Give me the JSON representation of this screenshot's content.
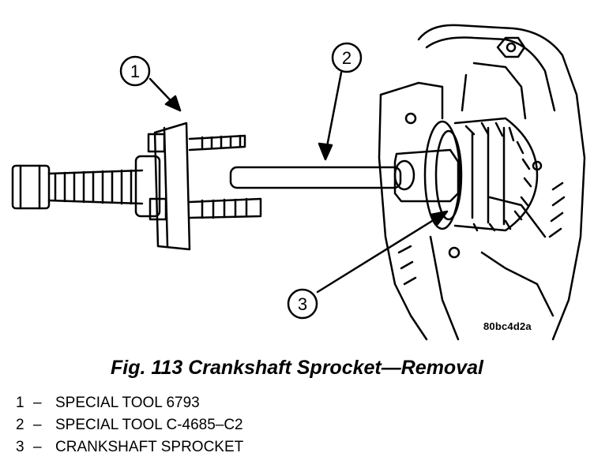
{
  "figure": {
    "caption": "Fig. 113 Crankshaft Sprocket—Removal",
    "image_code": "80bc4d2a",
    "callouts": [
      {
        "number": "1",
        "description": "SPECIAL TOOL 6793"
      },
      {
        "number": "2",
        "description": "SPECIAL TOOL C-4685–C2"
      },
      {
        "number": "3",
        "description": "CRANKSHAFT SPROCKET"
      }
    ],
    "legend_separator": "–"
  }
}
